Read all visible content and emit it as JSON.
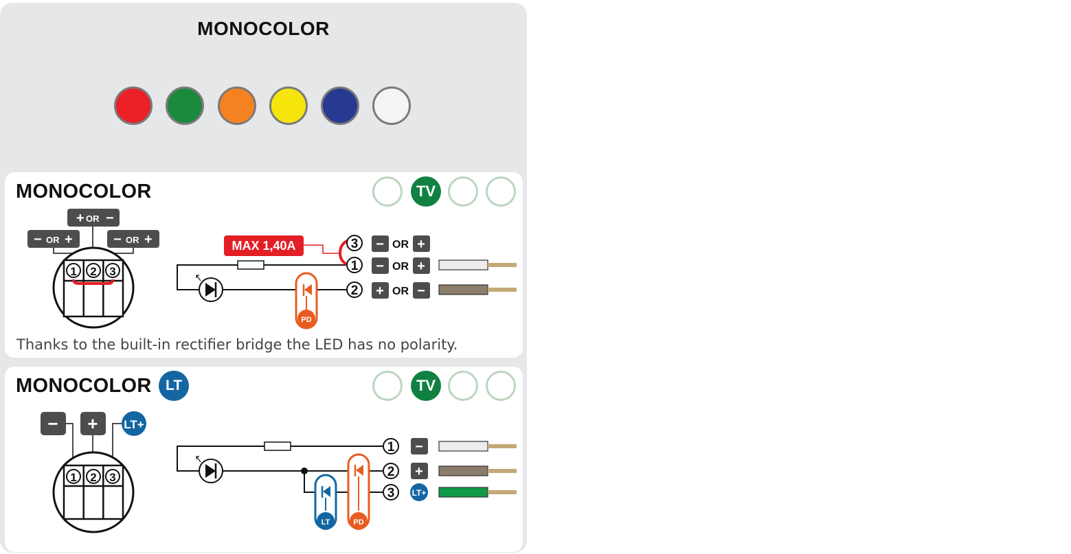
{
  "header": {
    "title": "MONOCOLOR"
  },
  "colors": [
    {
      "name": "red",
      "hex": "#ec2027"
    },
    {
      "name": "green",
      "hex": "#1b8a3d"
    },
    {
      "name": "orange",
      "hex": "#f58220"
    },
    {
      "name": "yellow",
      "hex": "#f5e50a"
    },
    {
      "name": "blue",
      "hex": "#273990"
    },
    {
      "name": "white",
      "hex": "#f4f4f4"
    }
  ],
  "card1": {
    "title": "MONOCOLOR",
    "badge_tv": "TV",
    "connector_labels": {
      "left": {
        "a": "−",
        "or": "OR",
        "b": "+"
      },
      "middle": {
        "a": "+",
        "or": "OR",
        "b": "−"
      },
      "right": {
        "a": "−",
        "or": "OR",
        "b": "+"
      }
    },
    "pins": [
      "1",
      "2",
      "3"
    ],
    "max_current": "MAX 1,40A",
    "pd_label": "PD",
    "rows": [
      {
        "pin": "3",
        "a": "−",
        "or": "OR",
        "b": "+"
      },
      {
        "pin": "1",
        "a": "−",
        "or": "OR",
        "b": "+"
      },
      {
        "pin": "2",
        "a": "+",
        "or": "OR",
        "b": "−"
      }
    ],
    "note": "Thanks to the built-in rectifier bridge the LED has no polarity."
  },
  "card2": {
    "title": "MONOCOLOR",
    "title_badge": "LT",
    "badge_tv": "TV",
    "connector_labels": {
      "minus": "−",
      "plus": "+",
      "lt": "LT+"
    },
    "pins": [
      "1",
      "2",
      "3"
    ],
    "lt_label": "LT",
    "pd_label": "PD",
    "rows": [
      {
        "pin": "1",
        "sign": "−"
      },
      {
        "pin": "2",
        "sign": "+"
      },
      {
        "pin": "3",
        "sign": "LT+"
      }
    ]
  },
  "palette": {
    "dark": "#4d4d4f",
    "red": "#e31e25",
    "orange": "#e85b21",
    "blue": "#1466a3",
    "green_badge": "#118141",
    "badge_ring": "#bdd5bf",
    "wire_white": "#ececec",
    "wire_brown": "#8b7d6b",
    "wire_green": "#119a48",
    "copper": "#c4a878"
  }
}
